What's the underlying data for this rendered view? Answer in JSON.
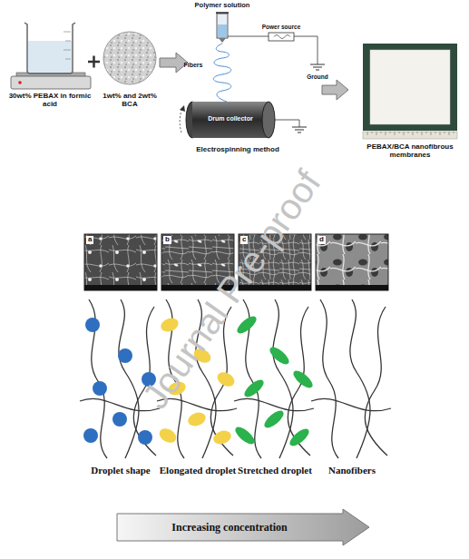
{
  "diagram": {
    "nodes": [
      {
        "text": [
          "Increasing concentration"
        ]
      }
    ],
    "labels": [
      "30wt% PEBAX in formic acid",
      "1wt% and 2wt% BCA",
      "Polymer solution",
      "Power source",
      "Ground",
      "Fibers",
      "Drum collector",
      "Electrospinning method",
      "PEBAX/BCA nanofibrous membranes",
      "a",
      "b",
      "c",
      "d",
      "Droplet shape",
      "Elongated droplet",
      "Stretched droplet",
      "Nanofibers",
      "Journal Pre-proof"
    ]
  }
}
